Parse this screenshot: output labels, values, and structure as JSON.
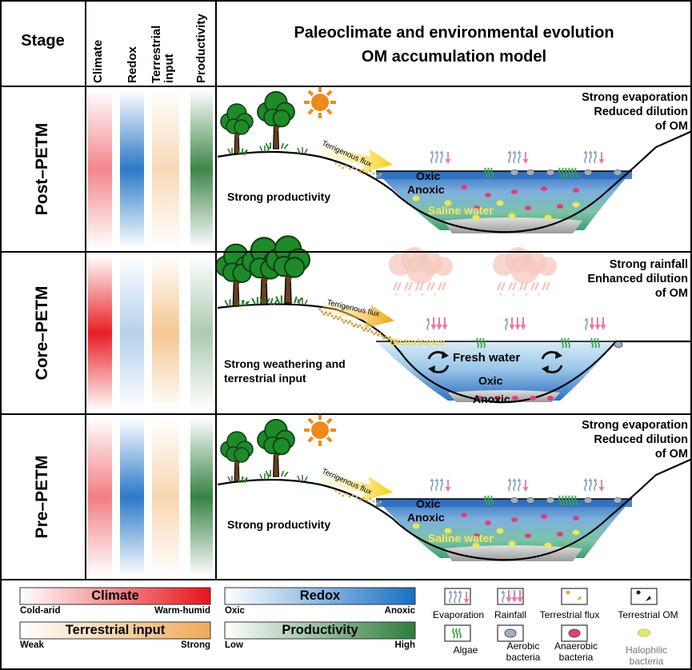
{
  "header": {
    "stage": "Stage",
    "columns": [
      "Climate",
      "Redox",
      "Terrestrial\ninput",
      "Productivity"
    ],
    "title_line1": "Paleoclimate and environmental evolution",
    "title_line2": "OM accumulation model"
  },
  "stages": [
    {
      "name": "Post–PETM",
      "climate_level": 0.35,
      "redox_level": 0.9,
      "terrestrial_level": 0.25,
      "productivity_level": 0.9,
      "note": [
        "Strong evaporation",
        "Reduced dilution",
        "of OM"
      ],
      "left_label": [
        "Strong productivity"
      ],
      "flux_label": "Terrigenous flux",
      "water_labels": {
        "oxic": "Oxic",
        "anoxic": "Anoxic",
        "water": "Saline water"
      }
    },
    {
      "name": "Core–PETM",
      "climate_level": 0.95,
      "redox_level": 0.1,
      "terrestrial_level": 0.55,
      "productivity_level": 0.2,
      "note": [
        "Strong rainfall",
        "Enhanced dilution",
        "of OM"
      ],
      "left_label": [
        "Strong weathering and",
        "terrestrial input"
      ],
      "flux_label": "Terrigenous flux",
      "disturbance": "Disturbance",
      "water_labels": {
        "oxic": "Oxic",
        "anoxic": "Anoxic",
        "water": "Fresh water"
      }
    },
    {
      "name": "Pre–PETM",
      "climate_level": 0.4,
      "redox_level": 0.9,
      "terrestrial_level": 0.3,
      "productivity_level": 0.95,
      "note": [
        "Strong evaporation",
        "Reduced dilution",
        "of OM"
      ],
      "left_label": [
        "Strong productivity"
      ],
      "flux_label": "Terrigenous flux",
      "water_labels": {
        "oxic": "Oxic",
        "anoxic": "Anoxic",
        "water": "Saline water"
      }
    }
  ],
  "legend": {
    "bars": [
      {
        "title": "Climate",
        "low": "Cold-arid",
        "high": "Warm-humid",
        "color": "#e8141c"
      },
      {
        "title": "Redox",
        "low": "Oxic",
        "high": "Anoxic",
        "color": "#1a6fc4"
      },
      {
        "title": "Terrestrial input",
        "low": "Weak",
        "high": "Strong",
        "color": "#eeaa5a"
      },
      {
        "title": "Productivity",
        "low": "Low",
        "high": "High",
        "color": "#2e7d3a"
      }
    ],
    "icons": [
      {
        "name": "evaporation-icon",
        "label": "Evaporation"
      },
      {
        "name": "rainfall-icon",
        "label": "Rainfall"
      },
      {
        "name": "terrestrial-flux-icon",
        "label": "Terrestrial flux"
      },
      {
        "name": "terrestrial-om-icon",
        "label": "Terrestrial OM"
      },
      {
        "name": "algae-icon",
        "label": "Algae"
      },
      {
        "name": "aerobic-bacteria-icon",
        "label": "Aerobic\nbacteria"
      },
      {
        "name": "anaerobic-bacteria-icon",
        "label": "Anaerobic\nbacteria"
      },
      {
        "name": "halophilic-bacteria-icon",
        "label": "Halophilic\nbacteria"
      }
    ]
  },
  "colors": {
    "climate": "#e8141c",
    "redox": "#1a6fc4",
    "terrestrial": "#eeaa5a",
    "productivity": "#2e7d3a",
    "sun": "#ee8a1c",
    "flux_arrow": "#f7d21a",
    "water_oxic": "#4a86c8",
    "algae": "#3aa44a",
    "aerobic": "#9bb1c8",
    "anaerobic": "#e0407a",
    "halophilic": "#e8e85a"
  }
}
